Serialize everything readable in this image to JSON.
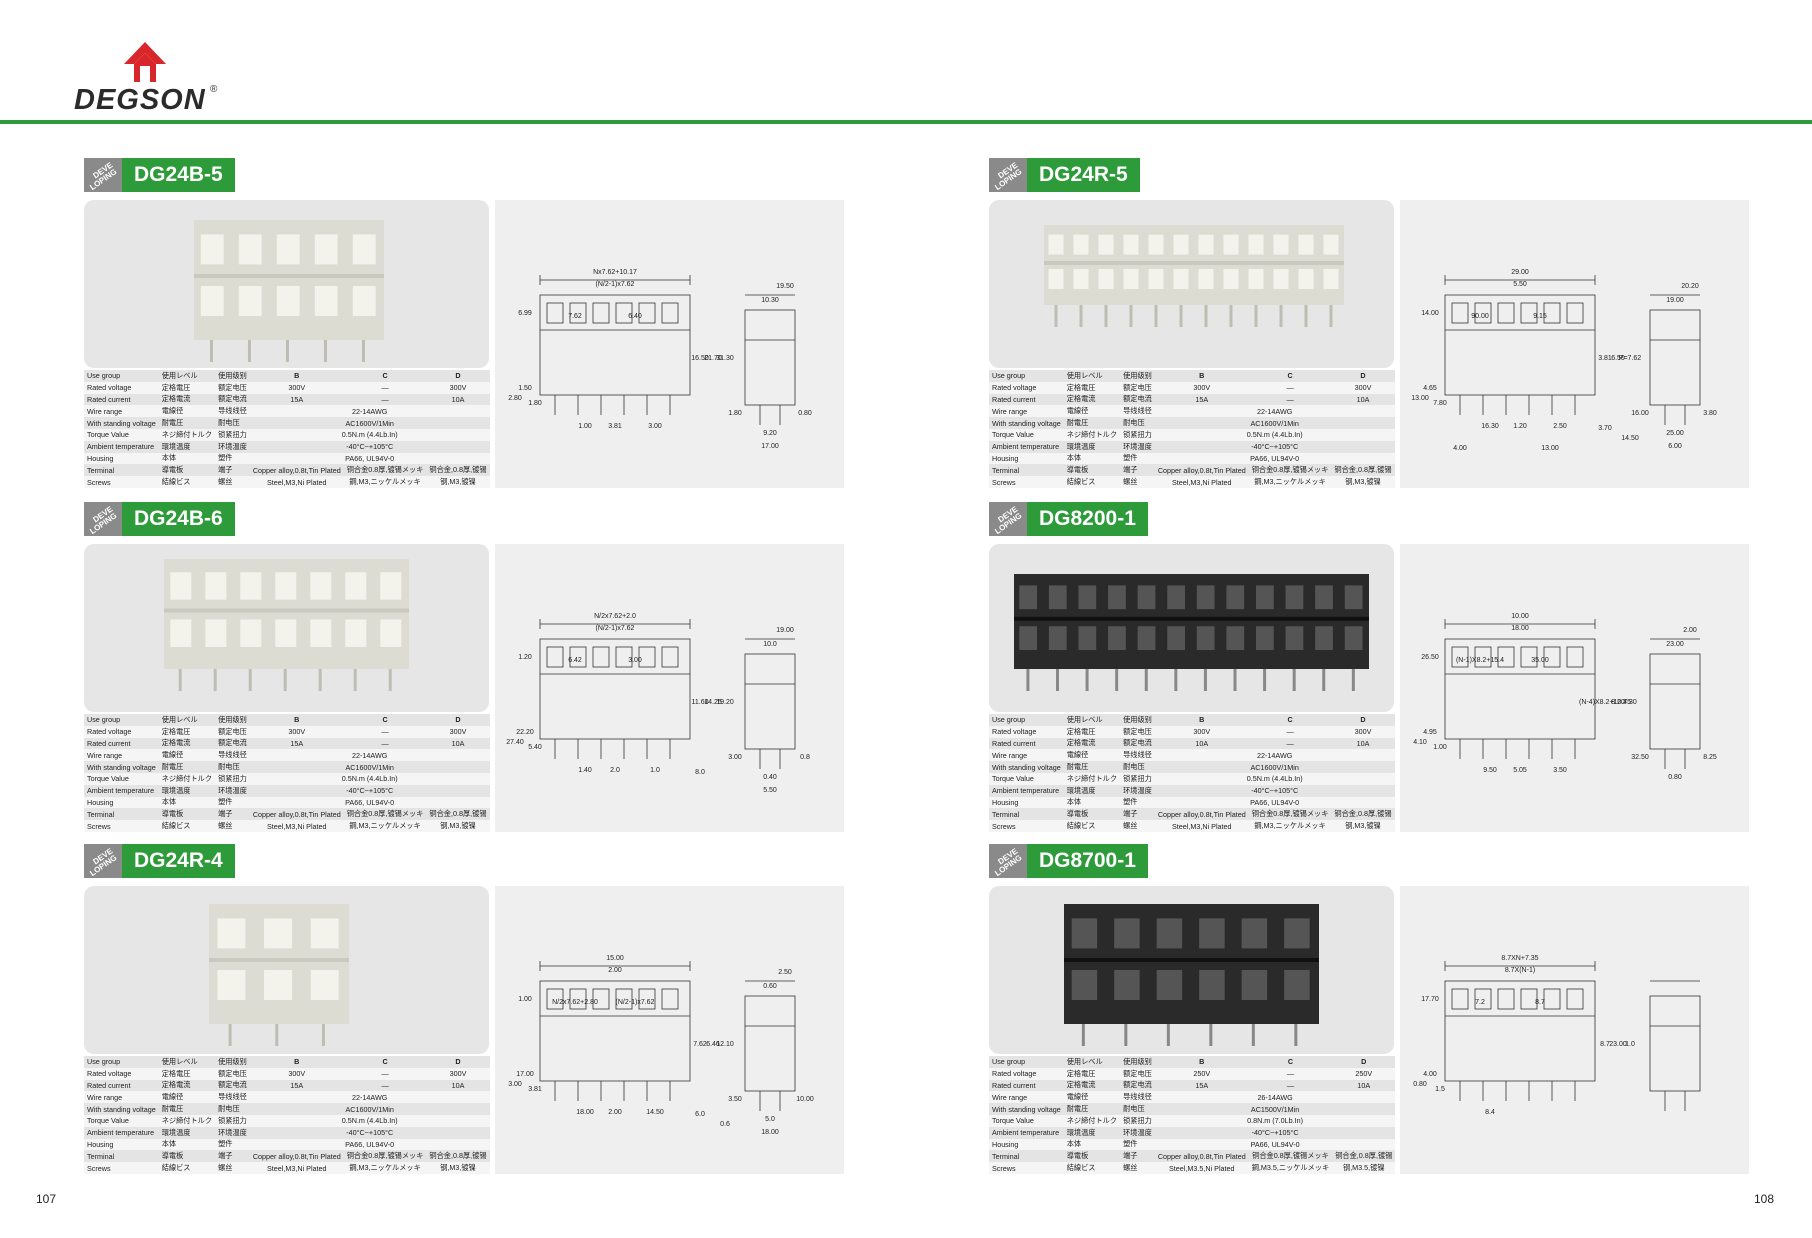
{
  "brand": {
    "name": "DEGSON",
    "reg": "®"
  },
  "accent_green": "#2e9b3a",
  "tag_label": [
    "DEVE",
    "LOPING"
  ],
  "spec_labels": [
    [
      "Use group",
      "使用レベル",
      "使用级别"
    ],
    [
      "Rated voltage",
      "定格電圧",
      "额定电压"
    ],
    [
      "Rated current",
      "定格電流",
      "额定电流"
    ],
    [
      "Wire range",
      "電線径",
      "导线线径"
    ],
    [
      "With standing voltage",
      "耐電圧",
      "耐电压"
    ],
    [
      "Torque Value",
      "ネジ締付トルク",
      "锁紧扭力"
    ],
    [
      "Ambient temperature",
      "環境温度",
      "环境温度"
    ],
    [
      "Housing",
      "本体",
      "塑件"
    ],
    [
      "Terminal",
      "導電板",
      "端子"
    ],
    [
      "Screws",
      "結線ビス",
      "螺丝"
    ]
  ],
  "products": [
    {
      "id": "dg24b5",
      "name": "DG24B-5",
      "photo_color": "#dcdcd3",
      "specs": [
        [
          "B",
          "C",
          "D"
        ],
        [
          "300V",
          "—",
          "300V"
        ],
        [
          "15A",
          "—",
          "10A"
        ],
        [
          "22-14AWG"
        ],
        [
          "AC1600V/1Min"
        ],
        [
          "0.5N.m (4.4Lb.In)"
        ],
        [
          "-40°C~+105°C"
        ],
        [
          "PA66, UL94V-0"
        ],
        [
          "Copper alloy,0.8t,Tin Plated",
          "铜合金0.8厚,镀锡メッキ",
          "铜合金,0.8厚,镀锡"
        ],
        [
          "Steel,M3,Ni Plated",
          "鋼,M3,ニッケルメッキ",
          "钢,M3,镀镍"
        ]
      ],
      "dims": [
        "Nx7.62+10.17",
        "(N/2-1)x7.62",
        "6.99",
        "7.62",
        "6.40",
        "16.50",
        "21.70",
        "31.30",
        "1.50",
        "2.80",
        "1.80",
        "1.00",
        "3.81",
        "3.00",
        "19.50",
        "10.30",
        "1.80",
        "9.20",
        "0.80",
        "17.00"
      ]
    },
    {
      "id": "dg24r5",
      "name": "DG24R-5",
      "photo_color": "#dcdcd3",
      "specs": [
        [
          "B",
          "C",
          "D"
        ],
        [
          "300V",
          "—",
          "300V"
        ],
        [
          "15A",
          "—",
          "10A"
        ],
        [
          "22-14AWG"
        ],
        [
          "AC1600V/1Min"
        ],
        [
          "0.5N.m (4.4Lb.In)"
        ],
        [
          "-40°C~+105°C"
        ],
        [
          "PA66, UL94V-0"
        ],
        [
          "Copper alloy,0.8t,Tin Plated",
          "铜合金0.8厚,镀锡メッキ",
          "铜合金,0.8厚,镀锡"
        ],
        [
          "Steel,M3,Ni Plated",
          "鋼,M3,ニッケルメッキ",
          "钢,M3,镀镍"
        ]
      ],
      "dims": [
        "29.00",
        "5.50",
        "14.00",
        "90.00",
        "9.15",
        "3.81",
        "6.50",
        "P=7.62",
        "4.65",
        "13.00",
        "7.80",
        "16.30",
        "1.20",
        "2.50",
        "20.20",
        "19.00",
        "16.00",
        "25.00",
        "3.80",
        "6.00",
        "3.70",
        "14.50",
        "13.00",
        "4.00"
      ]
    },
    {
      "id": "dg24b6",
      "name": "DG24B-6",
      "photo_color": "#dcdcd3",
      "specs": [
        [
          "B",
          "C",
          "D"
        ],
        [
          "300V",
          "—",
          "300V"
        ],
        [
          "15A",
          "—",
          "10A"
        ],
        [
          "22-14AWG"
        ],
        [
          "AC1600V/1Min"
        ],
        [
          "0.5N.m (4.4Lb.In)"
        ],
        [
          "-40°C~+105°C"
        ],
        [
          "PA66, UL94V-0"
        ],
        [
          "Copper alloy,0.8t,Tin Plated",
          "铜合金0.8厚,镀锡メッキ",
          "铜合金,0.8厚,镀锡"
        ],
        [
          "Steel,M3,Ni Plated",
          "鋼,M3,ニッケルメッキ",
          "钢,M3,镀镍"
        ]
      ],
      "dims": [
        "N/2x7.62+2.0",
        "(N/2-1)x7.62",
        "1.20",
        "6.42",
        "3.00",
        "11.60",
        "14.25",
        "19.20",
        "22.20",
        "27.40",
        "5.40",
        "1.40",
        "2.0",
        "1.0",
        "19.00",
        "10.0",
        "3.00",
        "0.40",
        "0.8",
        "5.50",
        "8.0"
      ]
    },
    {
      "id": "dg8200",
      "name": "DG8200-1",
      "photo_color": "#2a2a2a",
      "specs": [
        [
          "B",
          "C",
          "D"
        ],
        [
          "300V",
          "—",
          "300V"
        ],
        [
          "10A",
          "—",
          "10A"
        ],
        [
          "22-14AWG"
        ],
        [
          "AC1600V/1Min"
        ],
        [
          "0.5N.m (4.4Lb.In)"
        ],
        [
          "-40°C~+105°C"
        ],
        [
          "PA66, UL94V-0"
        ],
        [
          "Copper alloy,0.8t,Tin Plated",
          "铜合金0.8厚,镀锡メッキ",
          "铜合金,0.8厚,镀锡"
        ],
        [
          "Steel,M3,Ni Plated",
          "鋼,M3,ニッケルメッキ",
          "钢,M3,镀镍"
        ]
      ],
      "dims": [
        "10.00",
        "18.00",
        "26.50",
        "(N-1)X8.2+15.4",
        "35.00",
        "(N-4)X8.2+10.45",
        "8.20",
        "7.30",
        "4.95",
        "4.10",
        "1.00",
        "9.50",
        "5.05",
        "3.50",
        "2.00",
        "23.00",
        "32.50",
        "0.80",
        "8.25"
      ]
    },
    {
      "id": "dg24r4",
      "name": "DG24R-4",
      "photo_color": "#dcdcd3",
      "specs": [
        [
          "B",
          "C",
          "D"
        ],
        [
          "300V",
          "—",
          "300V"
        ],
        [
          "15A",
          "—",
          "10A"
        ],
        [
          "22-14AWG"
        ],
        [
          "AC1600V/1Min"
        ],
        [
          "0.5N.m (4.4Lb.In)"
        ],
        [
          "-40°C~+105°C"
        ],
        [
          "PA66, UL94V-0"
        ],
        [
          "Copper alloy,0.8t,Tin Plated",
          "铜合金0.8厚,镀锡メッキ",
          "铜合金,0.8厚,镀锡"
        ],
        [
          "Steel,M3,Ni Plated",
          "鋼,M3,ニッケルメッキ",
          "钢,M3,镀镍"
        ]
      ],
      "dims": [
        "15.00",
        "2.00",
        "1.00",
        "N/2x7.62+2.80",
        "(N/2-1)x7.62",
        "7.62",
        "6.46",
        "12.10",
        "17.00",
        "3.00",
        "3.81",
        "18.00",
        "2.00",
        "14.50",
        "2.50",
        "0.60",
        "3.50",
        "5.0",
        "10.00",
        "18.00",
        "6.0",
        "0.6"
      ]
    },
    {
      "id": "dg8700",
      "name": "DG8700-1",
      "photo_color": "#2a2a2a",
      "specs": [
        [
          "B",
          "C",
          "D"
        ],
        [
          "250V",
          "—",
          "250V"
        ],
        [
          "15A",
          "—",
          "10A"
        ],
        [
          "26-14AWG"
        ],
        [
          "AC1500V/1Min"
        ],
        [
          "0.8N.m (7.0Lb.In)"
        ],
        [
          "-40°C~+105°C"
        ],
        [
          "PA66, UL94V-0"
        ],
        [
          "Copper alloy,0.8t,Tin Plated",
          "铜合金0.8厚,镀锡メッキ",
          "铜合金,0.8厚,镀锡"
        ],
        [
          "Steel,M3.5,Ni Plated",
          "鋼,M3.5,ニッケルメッキ",
          "钢,M3.5,镀镍"
        ]
      ],
      "dims": [
        "8.7XN+7.35",
        "8.7X(N-1)",
        "17.70",
        "7.2",
        "8.7",
        "8.7",
        "23.00",
        "1.0",
        "4.00",
        "0.80",
        "1.5",
        "8.4"
      ]
    }
  ],
  "page_left": "107",
  "page_right": "108"
}
